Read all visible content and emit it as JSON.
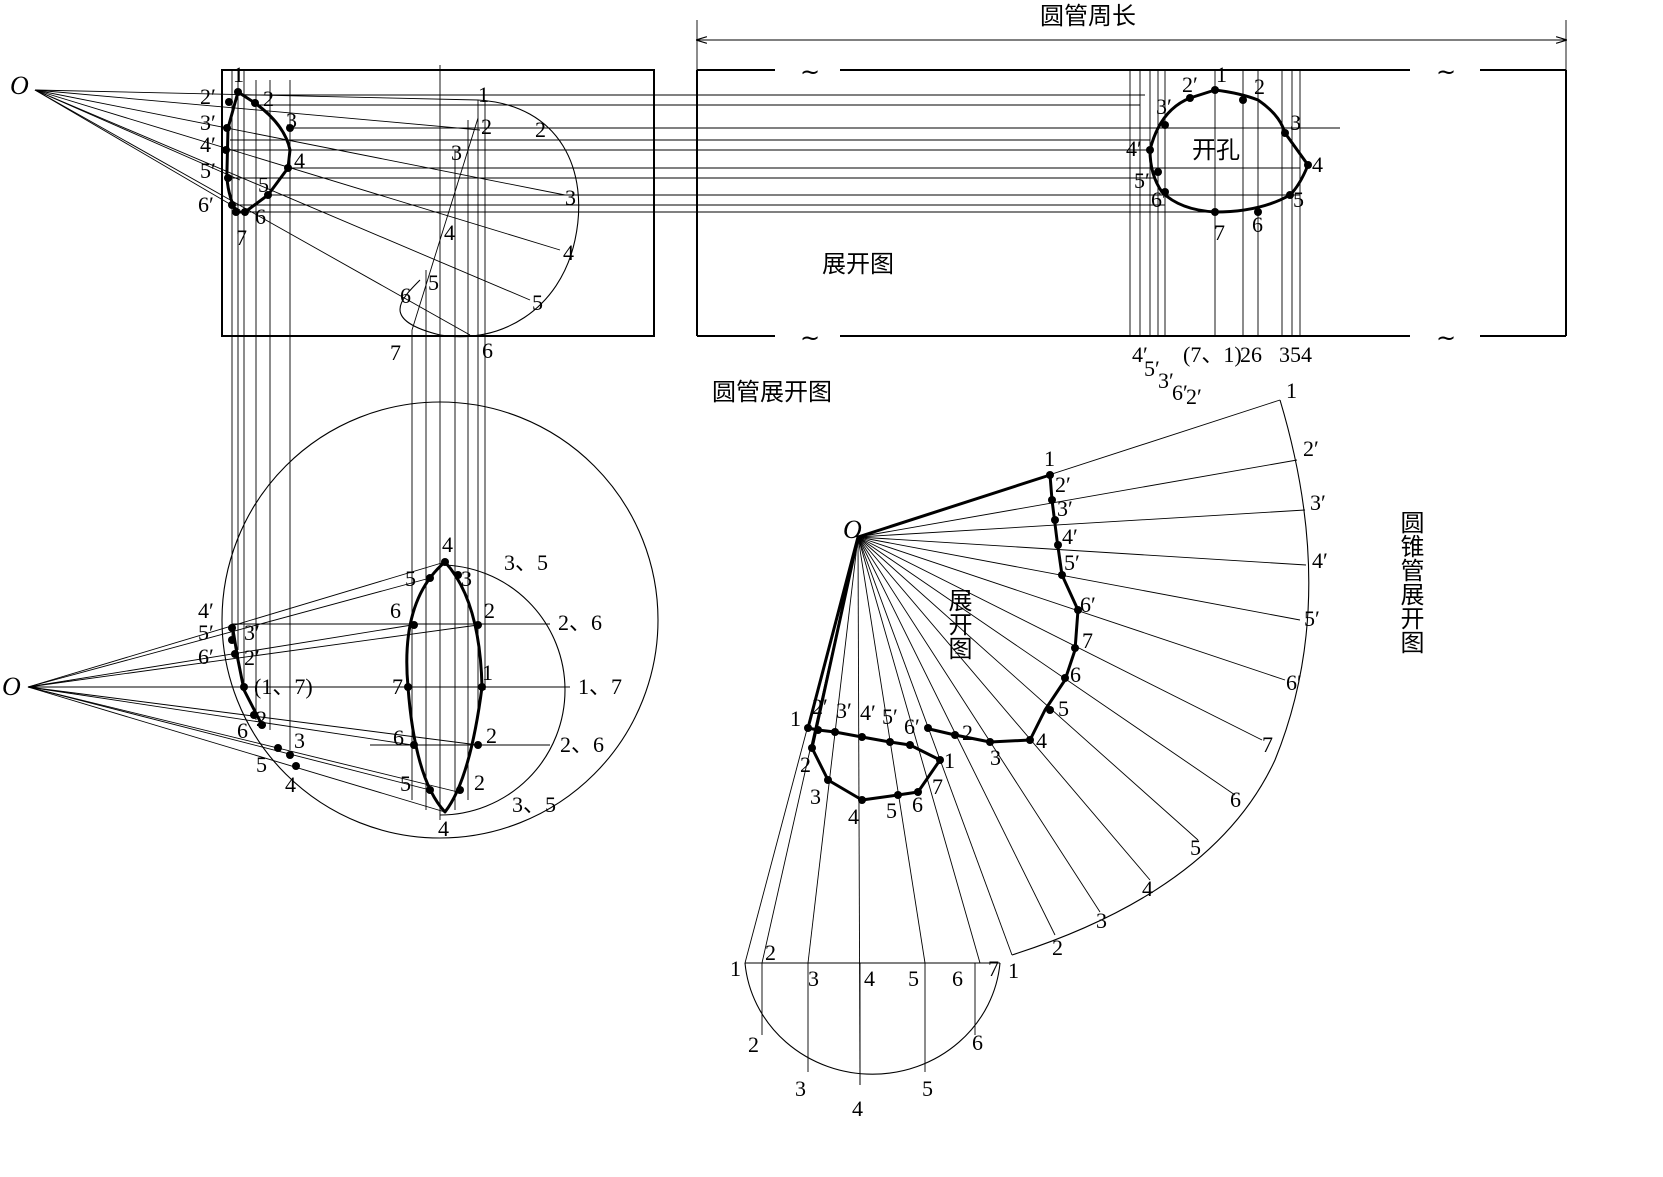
{
  "captions": {
    "pipe_circumference": "圆管周长",
    "hole": "开孔",
    "unfold": "展开图",
    "pipe_unfold": "圆管展开图",
    "cone_unfold_inner": "展开图",
    "cone_unfold_vertical": "圆锥管展开图",
    "break_mark": "~"
  },
  "apex": "O",
  "labels": {
    "p1": "1",
    "p2": "2",
    "p3": "3",
    "p4": "4",
    "p5": "5",
    "p6": "6",
    "p7": "7",
    "q2": "2′",
    "q3": "3′",
    "q4": "4′",
    "q5": "5′",
    "q6": "6′",
    "p17": "(1、7)",
    "p71": "(7、1)",
    "c26": "26",
    "c354": "354",
    "s35": "3、5",
    "s26": "2、6",
    "s17": "1、7"
  }
}
